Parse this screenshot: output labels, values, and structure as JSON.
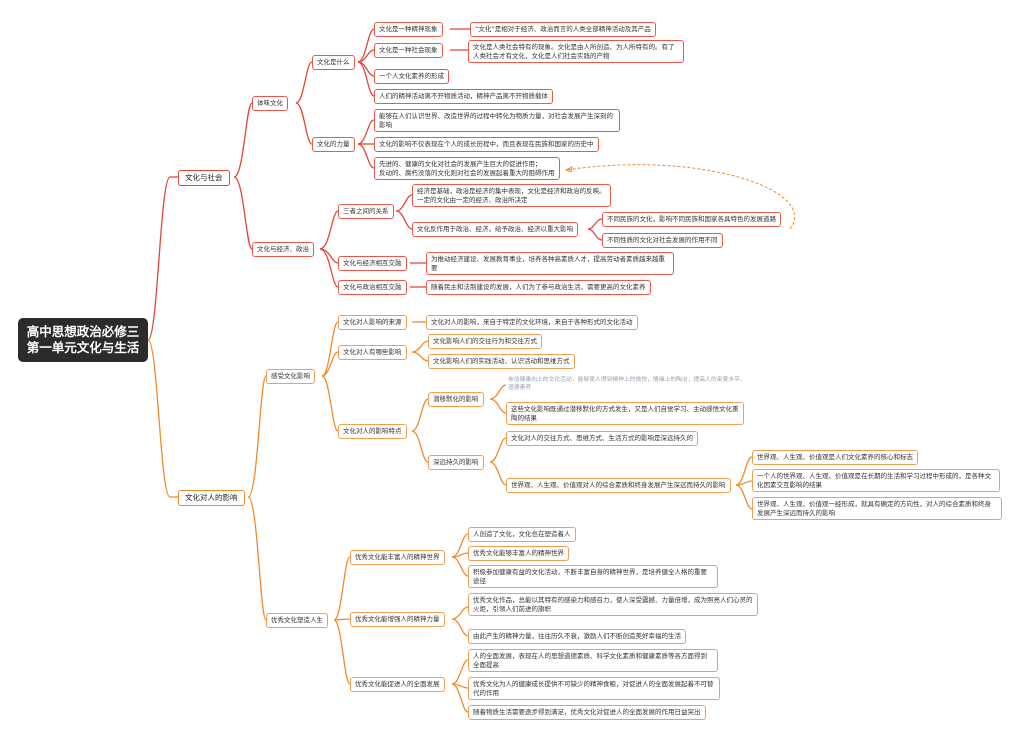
{
  "colors": {
    "branch_upper": "#e0463a",
    "branch_lower": "#f08a2e",
    "root_bg": "#2b2b2b",
    "dashed_link": "#f08a2e"
  },
  "root": {
    "title": "高中思想政治必修三\n第一单元文化与生活"
  },
  "branches": {
    "culture_society": {
      "label": "文化与社会",
      "tiwei": {
        "label": "体味文化",
        "wenhua_shi": {
          "label": "文化是什么",
          "jingshen": {
            "label": "文化是一种精神现象",
            "detail": "“文化”是相对于经济、政治而言的人类全部精神活动及其产品"
          },
          "shehui": {
            "label": "文化是一种社会现象",
            "detail": "文化是人类社会特有的现象。文化是由人所创造、为人所特有的。有了人类社会才有文化，文化是人们社会实践的产物"
          },
          "suyang": "一个人文化素养的形成",
          "zaiti": "人们的精神活动离不开物质活动，精神产品离不开物质载体"
        },
        "liliang": {
          "label": "文化的力量",
          "items": [
            "能够在人们认识世界、改造世界的过程中转化为物质力量，对社会发展产生深刻的影响",
            "文化的影响不仅表现在个人的成长历程中，而且表现在民族和国家的历史中",
            "先进的、健康的文化对社会的发展产生巨大的促进作用；\n反动的、腐朽没落的文化则对社会的发展起着重大的阻碍作用"
          ]
        }
      },
      "jingji": {
        "label": "文化与经济、政治",
        "sanzhe": {
          "label": "三者之间的关系",
          "jichu": "经济是基础，政治是经济的集中表现，文化是经济和政治的反映。\n一定的文化由一定的经济、政治所决定",
          "fanzuoyong": {
            "label": "文化反作用于政治、经济，给予政治、经济以重大影响",
            "items": [
              "不同民族的文化，影响不同民族和国家各具特色的发展道路",
              "不同性质的文化对社会发展的作用不同"
            ]
          }
        },
        "jingji_jiaorong": {
          "label": "文化与经济相互交融",
          "detail": "为推动经济建设、发展教育事业，培养各种高素质人才，提高劳动者素质越来越重要"
        },
        "zhengzhi_jiaorong": {
          "label": "文化与政治相互交融",
          "detail": "随着民主和法制建设的发展，人们为了参与政治生活，需要更高的文化素养"
        }
      }
    },
    "culture_influence": {
      "label": "文化对人的影响",
      "ganshou": {
        "label": "感受文化影响",
        "laiyuan": {
          "label": "文化对人影响的来源",
          "detail": "文化对人的影响，来自于特定的文化环境，来自于各种形式的文化活动"
        },
        "naxie": {
          "label": "文化对人有哪些影响",
          "items": [
            "文化影响人们的交往行为和交往方式",
            "文化影响人们的实践活动、认识活动和思维方式"
          ]
        },
        "tedian": {
          "label": "文化对人的影响特点",
          "qianyi": {
            "label": "潜移默化的影响",
            "faded": "参加健康向上的文化活动，能够使人得到精神上的愉悦，情操上的陶冶，提高人的审美水平、道德素养",
            "detail": "这些文化影响既通过潜移默化的方式发生，又是人们自觉学习、主动感悟文化熏陶的结果"
          },
          "shenyuan": {
            "label": "深远持久的影响",
            "item1": "文化对人的交往方式、思维方式、生活方式的影响是深远持久的",
            "shijieguan": {
              "label": "世界观、人生观、价值观对人的综合素质和终身发展产生深远而持久的影响",
              "items": [
                "世界观、人生观、价值观是人们文化素养的核心和标志",
                "一个人的世界观、人生观、价值观是在长期的生活和学习过程中形成的，是各种文化因素交互影响的结果",
                "世界观、人生观、价值观一经形成，就具有确定的方向性，对人的综合素质和终身发展产生深远而持久的影响"
              ]
            }
          }
        }
      },
      "suzao": {
        "label": "优秀文化塑造人生",
        "fengfu": {
          "label": "优秀文化能丰富人的精神世界",
          "items": [
            "人创造了文化，文化也在塑造着人",
            "优秀文化能够丰富人的精神世界",
            "积极参加健康有益的文化活动，不断丰富自身的精神世界，是培养健全人格的重要途径"
          ]
        },
        "zengqiang": {
          "label": "优秀文化能增强人的精神力量",
          "items": [
            "优秀文化作品，总能以其特有的感染力和感召力，使人深受震撼、力量倍增，成为照亮人们心灵的\n火炬，引领人们前进的旗帜",
            "由此产生的精神力量，往往历久不衰，激励人们不断创造美好幸福的生活"
          ]
        },
        "cujin": {
          "label": "优秀文化能促进人的全面发展",
          "items": [
            "人的全面发展，表现在人的思想道德素质、科学文化素质和健康素质等各方面得到全面提高",
            "优秀文化为人的健康成长提供不可缺少的精神食粮，对促进人的全面发展起着不可替代的作用",
            "随着物质生活需要逐步得到满足，优秀文化对促进人的全面发展的作用日益突出"
          ]
        }
      }
    }
  }
}
